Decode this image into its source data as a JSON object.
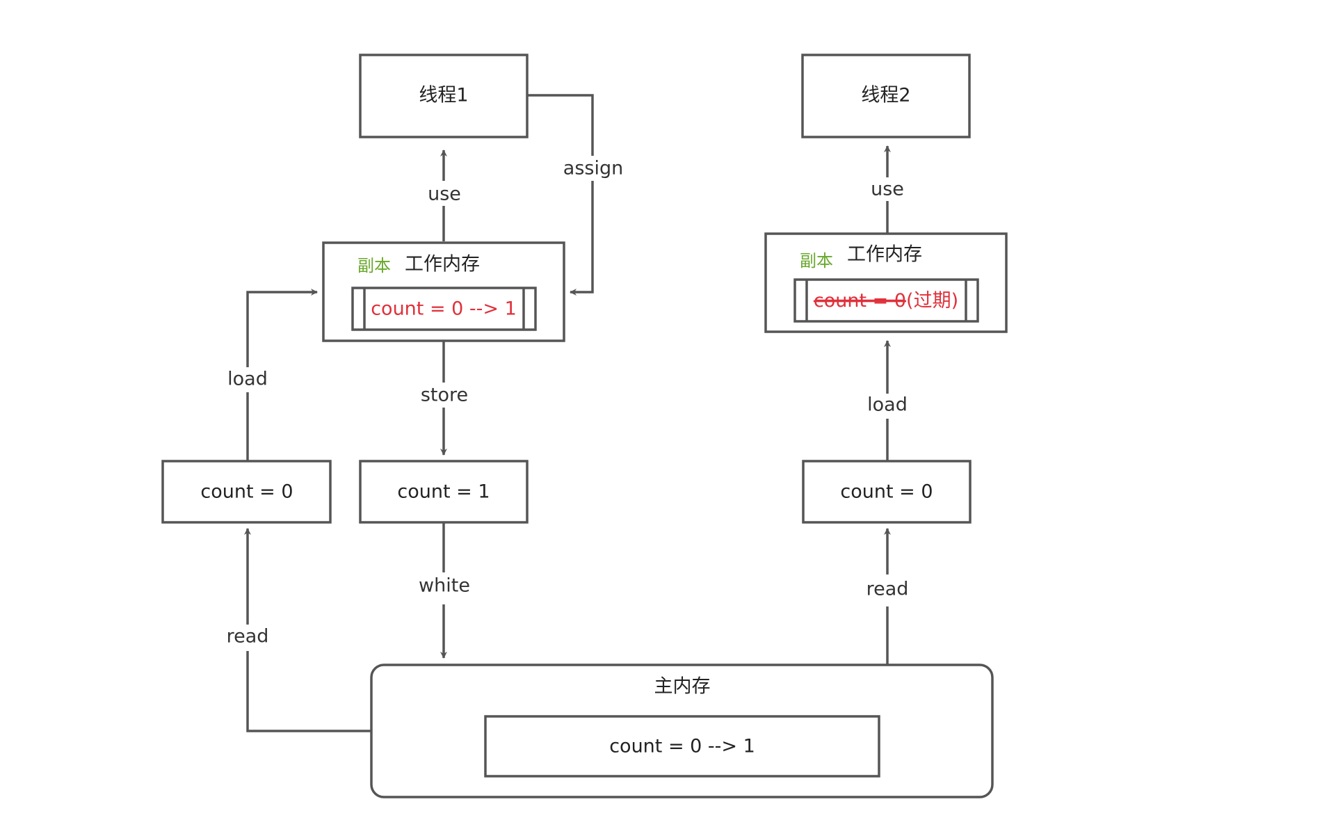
{
  "colors": {
    "stroke": "#555555",
    "text": "#222222",
    "stale_red": "#e0303a",
    "copy_green": "#6aa82c"
  },
  "thread1": {
    "label": "线程1"
  },
  "thread2": {
    "label": "线程2"
  },
  "work_mem_1": {
    "copy_tag": "副本",
    "title": "工作内存",
    "value": "count = 0 --> 1"
  },
  "work_mem_2": {
    "copy_tag": "副本",
    "title": "工作内存",
    "value_struck": "count = 0",
    "value_suffix": "(过期)"
  },
  "buffers": {
    "left_read": "count = 0",
    "left_store": "count = 1",
    "right_read": "count = 0"
  },
  "main_memory": {
    "title": "主内存",
    "value": "count = 0 --> 1"
  },
  "edge_labels": {
    "use_1": "use",
    "assign_1": "assign",
    "load_1": "load",
    "store_1": "store",
    "read_1": "read",
    "write_1": "white",
    "use_2": "use",
    "load_2": "load",
    "read_2": "read"
  }
}
